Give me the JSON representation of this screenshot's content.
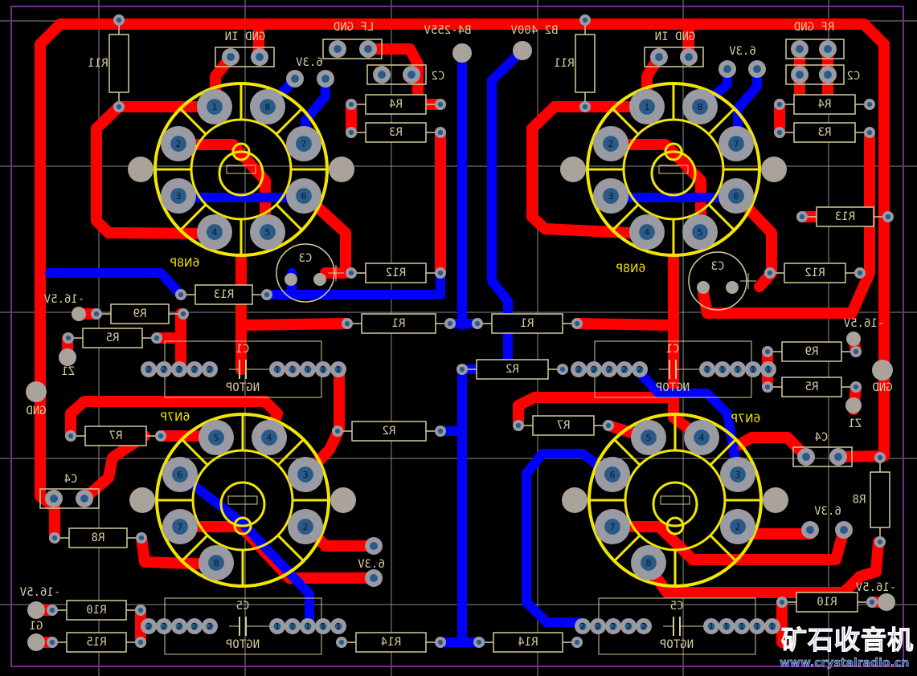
{
  "power": {
    "b4": "B4-255V",
    "b2": "B2 400V"
  },
  "left": {
    "r11": "R11",
    "gnd_in": "GND IN",
    "lf_gnd": "LF GND",
    "v63": "6.3V",
    "c2": "C2",
    "r4": "R4",
    "r3": "R3",
    "r12": "R12",
    "r13": "R13",
    "c3": "C3",
    "tube_top": "6N8P",
    "v165": "-16.5V",
    "r9": "R9",
    "r5": "R5",
    "z1": "Z1",
    "gnd": "GND",
    "c1": "C1",
    "c1_val": "NGTOP",
    "r1": "R1",
    "r2": "R2",
    "tube_bot": "6N7P",
    "r7": "R7",
    "c4": "C4",
    "r8": "R8",
    "v63b": "6.3V",
    "v165b": "-16.5V",
    "r10": "R10",
    "g1": "G1",
    "r15": "R15",
    "c5": "C5",
    "c5_val": "NGTOP",
    "r14": "R14"
  },
  "right": {
    "r11": "R11",
    "gnd_in": "GND IN",
    "rf_gnd": "RF GND",
    "v63": "6.3V",
    "c2": "C2",
    "r4": "R4",
    "r3": "R3",
    "r13": "R13",
    "r12": "R12",
    "c3": "C3",
    "tube_top": "6N8P",
    "v165": "-16.5V",
    "r1": "R1",
    "r2": "R2",
    "c1": "C1",
    "c1_val": "NGTOP",
    "r9": "R9",
    "r5": "R5",
    "gnd": "GND",
    "z1": "Z1",
    "tube_bot": "6N7P",
    "r7": "R7",
    "c4": "C4",
    "r8": "R8",
    "v63b": "6.3V",
    "v165b": "-16.5V",
    "r10": "R10",
    "c5": "C5",
    "c5_val": "NGTOP",
    "r14": "R14"
  },
  "tube_pins": {
    "top": [
      "1",
      "8",
      "2",
      "7",
      "3",
      "6",
      "4",
      "5"
    ],
    "bottom": [
      "5",
      "4",
      "6",
      "3",
      "7",
      "2",
      "8"
    ]
  },
  "cap_pads": {
    "minus": "2",
    "plus": "1"
  },
  "watermark": {
    "cn": "矿石收音机",
    "url": "www.crystalradio.cn"
  },
  "colors": {
    "top_copper": "#ff0000",
    "bottom_copper": "#0000ff",
    "silk": "#d4cc9c",
    "tube_outline": "#f2e600",
    "board_edge": "#7a2a8a"
  }
}
